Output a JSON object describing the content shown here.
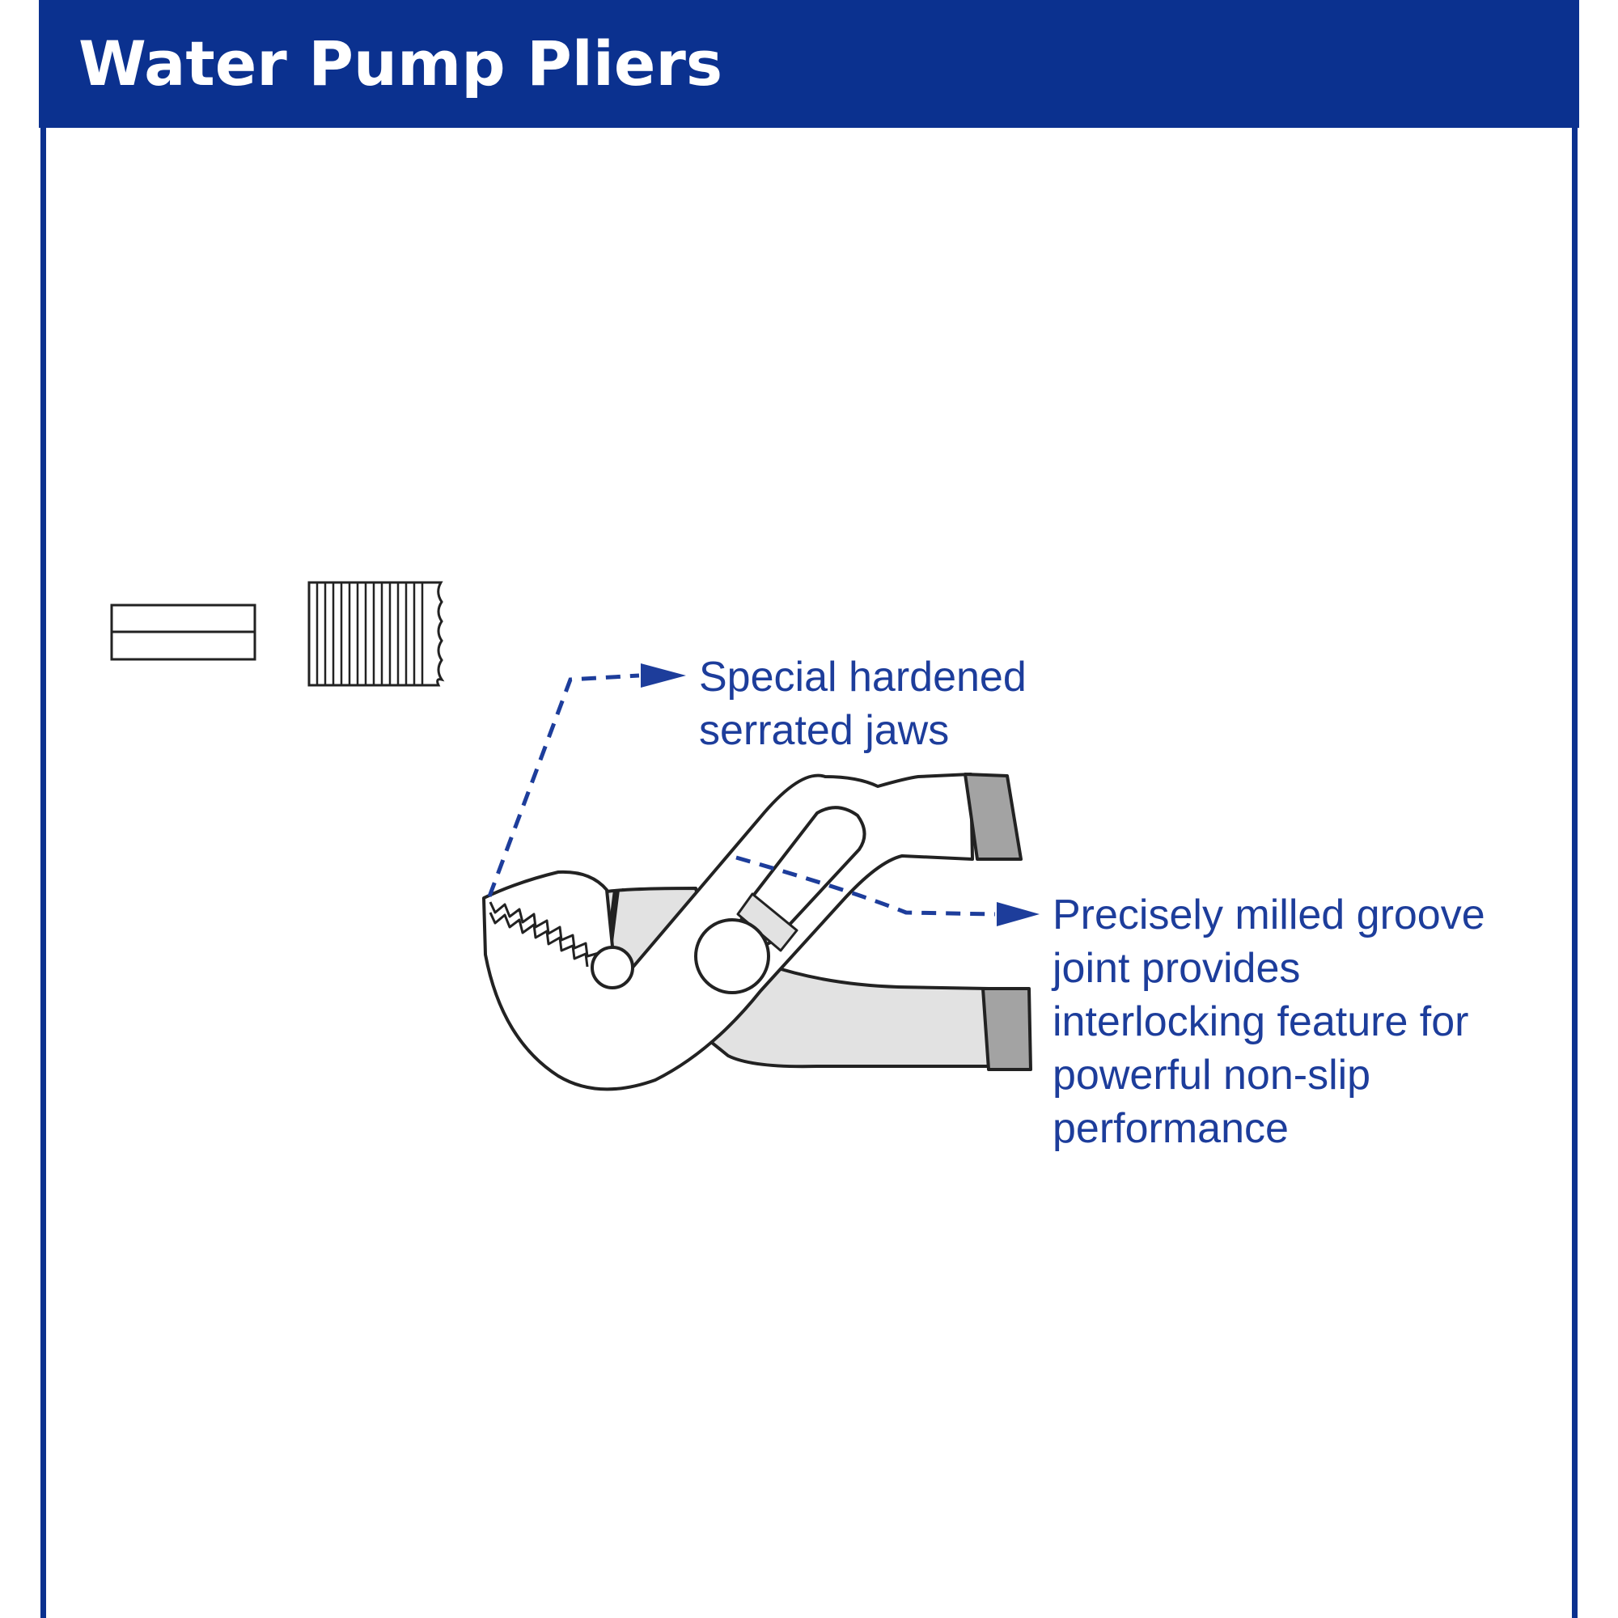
{
  "title": "Water Pump Pliers",
  "colors": {
    "header_blue": "#0b318f",
    "callout_blue": "#1d3d9b",
    "handle_grey": "#e2e2e2",
    "grip_grey": "#a3a3a3",
    "outline": "#222222"
  },
  "icons": [
    "smooth-jaw-icon",
    "serrated-jaw-icon",
    "pliers-illustration"
  ],
  "callouts": {
    "jaws": {
      "lines": [
        "Special hardened",
        "serrated jaws"
      ]
    },
    "joint": {
      "lines": [
        "Precisely milled groove",
        "joint provides",
        "interlocking feature for",
        "powerful non-slip",
        "performance"
      ]
    }
  }
}
